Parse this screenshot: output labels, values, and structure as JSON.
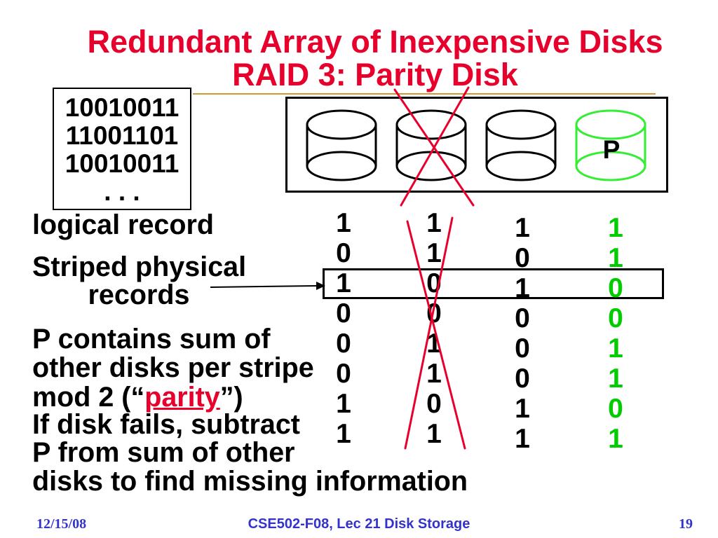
{
  "colors": {
    "title": "#e8002d",
    "parity": "#00cc00",
    "parity_disk": "#33ee33",
    "failed_marker": "#e8002d",
    "footer": "#3333cc",
    "rule": "#cc9933",
    "ink": "#000000"
  },
  "icons": {
    "disk": "disk-icon",
    "parity_disk": "parity-disk-icon",
    "failed_marker": "cross-icon",
    "pointer": "arrow-right-icon"
  },
  "title": {
    "line1": "Redundant Array of Inexpensive Disks",
    "line2": "RAID 3: Parity Disk"
  },
  "logical_record": {
    "lines": [
      "10010011",
      "11001101",
      "10010011",
      ". . ."
    ]
  },
  "disk_array": {
    "parity_disk_label": "P"
  },
  "bit_columns": [
    {
      "bits": [
        "1",
        "0",
        "1",
        "0",
        "0",
        "0",
        "1",
        "1"
      ]
    },
    {
      "bits": [
        "1",
        "1",
        "0",
        "0",
        "1",
        "1",
        "0",
        "1"
      ]
    },
    {
      "bits": [
        "1",
        "0",
        "1",
        "0",
        "0",
        "0",
        "1",
        "1"
      ]
    },
    {
      "bits": [
        "1",
        "1",
        "0",
        "0",
        "1",
        "1",
        "0",
        "1"
      ]
    }
  ],
  "body": {
    "logical_record_label": "logical record",
    "striped_line1": "Striped physical",
    "striped_line2": "records",
    "parity_line1": "P contains sum of",
    "parity_line2": "other disks per stripe",
    "parity_line3_prefix": "mod 2 (“",
    "parity_line3_word": "parity",
    "parity_line3_suffix": "”)",
    "parity_line4": "If disk fails, subtract",
    "parity_line5": "P from sum of other",
    "parity_line6": "disks to find missing information"
  },
  "footer": {
    "date": "12/15/08",
    "course": "CSE502-F08, Lec 21 Disk Storage",
    "page": "19"
  }
}
